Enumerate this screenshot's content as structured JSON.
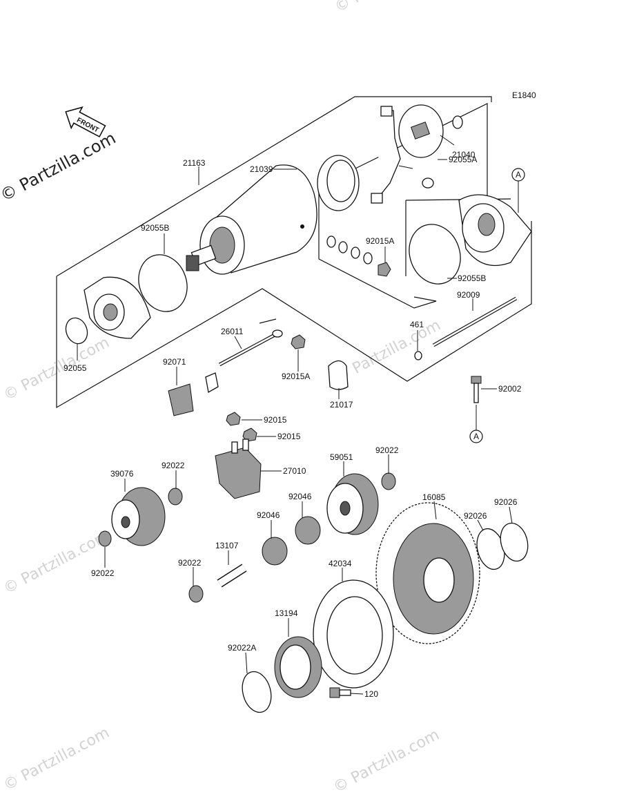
{
  "diagram_code": "E1840",
  "front_label": "FRONT",
  "watermarks": {
    "main": "© Partzilla.com",
    "faint": "© Partzilla.com"
  },
  "ref_markers": {
    "a_top": "A",
    "a_bottom": "A"
  },
  "parts": {
    "p21163": "21163",
    "p21039": "21039",
    "p21040": "21040",
    "p92055A": "92055A",
    "p92055B_left": "92055B",
    "p92015A_top": "92015A",
    "p92055B_right": "92055B",
    "p92009": "92009",
    "p92055": "92055",
    "p26011": "26011",
    "p461": "461",
    "p92071": "92071",
    "p92015A_mid": "92015A",
    "p21017": "21017",
    "p92002": "92002",
    "p92015_a": "92015",
    "p92015_b": "92015",
    "p39076": "39076",
    "p92022_a": "92022",
    "p27010": "27010",
    "p59051": "59051",
    "p92022_b": "92022",
    "p92046_a": "92046",
    "p16085": "16085",
    "p92026_a": "92026",
    "p92026_b": "92026",
    "p92046_b": "92046",
    "p92022_c": "92022",
    "p13107": "13107",
    "p92022_d": "92022",
    "p42034": "42034",
    "p13194": "13194",
    "p92022A": "92022A",
    "p120": "120"
  }
}
